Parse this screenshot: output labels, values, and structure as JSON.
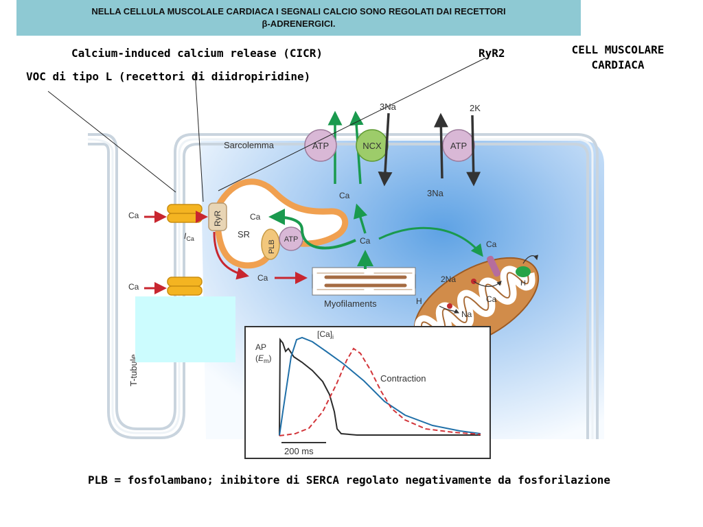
{
  "header": {
    "line1": "NELLA CELLULA MUSCOLALE CARDIACA I SEGNALI CALCIO SONO REGOLATI DAI RECETTORI",
    "line2": "β-ADRENERGICI."
  },
  "annotations": {
    "cicr": "Calcium-induced calcium release (CICR)",
    "ryr2": "RyR2",
    "voc": "VOC di tipo L (recettori di diidropiridine)",
    "cell_line1": "CELL MUSCOLARE",
    "cell_line2": "CARDIACA",
    "footer": "PLB = fosfolambano; inibitore di SERCA regolato negativamente da fosforilazione"
  },
  "figure": {
    "sarcolemma": "Sarcolemma",
    "t_tubule": "T-tubule",
    "ca": "Ca",
    "i_ca_main": "I",
    "i_ca_sub": "Ca",
    "ryr": "RyR",
    "sr": "SR",
    "plb": "PLB",
    "atp": "ATP",
    "ncx": "NCX",
    "na3": "3Na",
    "k2": "2K",
    "na2": "2Na",
    "na": "Na",
    "h": "H",
    "myofilaments": "Myofilaments",
    "ap": "AP",
    "em_open": "(",
    "em_main": "E",
    "em_sub": "m",
    "em_close": ")",
    "cai_main": "[Ca]",
    "cai_sub": "i",
    "contraction": "Contraction",
    "scale": "200 ms"
  },
  "colors": {
    "banner": "#8ec9d3",
    "sr_orange": "#f0a050",
    "channel_yellow": "#f4b421",
    "atp_pink": "#d9b8d6",
    "ncx_green": "#9dcc6a",
    "arrow_red": "#c8262f",
    "arrow_green": "#1a9a4e",
    "ca_trace": "#1f6fa8",
    "contraction_trace": "#d2353a",
    "ap_trace": "#2a2a2a",
    "cyan_box": "#ccfcfe"
  }
}
